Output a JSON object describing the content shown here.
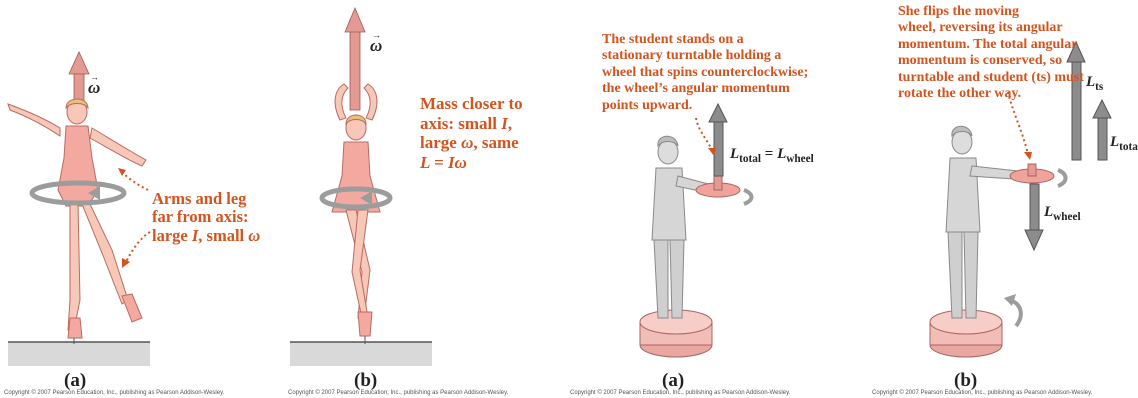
{
  "skater_a": {
    "omega_label": "ω",
    "annotation_line1": "Arms and leg",
    "annotation_line2": "far from axis:",
    "annotation_line3_pre": "large ",
    "annotation_line3_i": "I",
    "annotation_line3_mid": ", small ",
    "annotation_line3_w": "ω",
    "panel_label": "(a)",
    "copyright": "Copyright © 2007 Pearson Education, Inc., publishing as Pearson Addison-Wesley."
  },
  "skater_b": {
    "omega_label": "ω",
    "annotation_line1": "Mass closer to",
    "annotation_line2_pre": "axis:  small ",
    "annotation_line2_i": "I",
    "annotation_line2_post": ",",
    "annotation_line3_pre": "large ",
    "annotation_line3_w": "ω",
    "annotation_line3_post": ", same",
    "annotation_line4": "L = Iω",
    "panel_label": "(b)",
    "copyright": "Copyright © 2007 Pearson Education, Inc., publishing as Pearson Addison-Wesley."
  },
  "student_a": {
    "annotation_lines": [
      "The student stands on a",
      "stationary turntable holding a",
      "wheel that spins counterclockwise;",
      "the wheel’s angular momentum",
      "points upward."
    ],
    "l_total": "L",
    "l_total_sub": "total",
    "equals": "=",
    "l_wheel": "L",
    "l_wheel_sub": "wheel",
    "panel_label": "(a)",
    "copyright": "Copyright © 2007 Pearson Education, Inc., publishing as Pearson Addison-Wesley."
  },
  "student_b": {
    "annotation_lines": [
      "She flips the moving",
      "wheel, reversing its angular",
      "momentum.  The total angular",
      "momentum is conserved, so",
      "turntable and student (ts) must",
      "rotate the other way."
    ],
    "l_ts": "L",
    "l_ts_sub": "ts",
    "l_total": "L",
    "l_total_sub": "total",
    "l_wheel": "L",
    "l_wheel_sub": "wheel",
    "panel_label": "(b)",
    "copyright": "Copyright © 2007 Pearson Education, Inc., publishing as Pearson Addison-Wesley."
  },
  "colors": {
    "accent": "#d2541f",
    "skin": "#f7c7b8",
    "pink": "#f4a9a0",
    "gray_vector": "#7a7a7a",
    "pink_vector": "#d98c86"
  }
}
